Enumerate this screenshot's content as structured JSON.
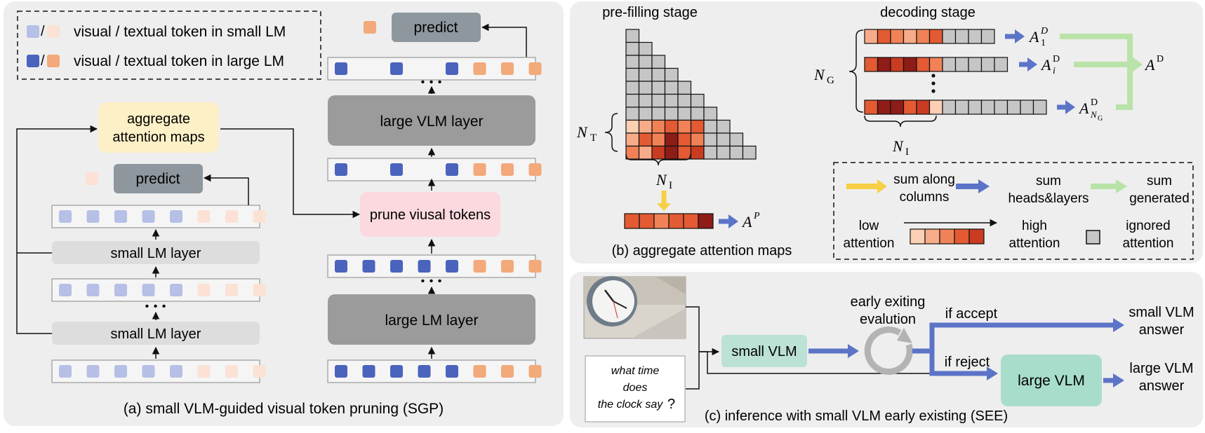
{
  "panel_a": {
    "legend": {
      "slash": "/",
      "small_label": "visual / textual token in small LM",
      "large_label": "visual / textual token in large LM"
    },
    "aggregate_label": [
      "aggregate",
      "attention maps"
    ],
    "predict_small": "predict",
    "predict_large": "predict",
    "small_layer_top": "small LM layer",
    "small_layer_bottom": "small LM layer",
    "large_vlm_layer": "large VLM layer",
    "large_lm_layer": "large LM layer",
    "prune_label": "prune viusal tokens",
    "dots": "• • •",
    "caption": "(a) small VLM-guided visual token pruning (SGP)"
  },
  "panel_b": {
    "prefill_title": "pre-filling stage",
    "decode_title": "decoding stage",
    "nt_label": "N",
    "nt_sub": "T",
    "ni_label": "N",
    "ni_sub": "I",
    "ng_label": "N",
    "ng_sub": "G",
    "ap_label": "A",
    "ap_sup": "P",
    "a1_label": "A",
    "a1_sub": "1",
    "a1_sup": "D",
    "ai_label": "A",
    "ai_sub": "i",
    "ai_sup": "D",
    "ang_label": "A",
    "ang_sub": "N",
    "ang_subsub": "G",
    "ang_sup": "D",
    "ad_label": "A",
    "ad_sup": "D",
    "legend": {
      "yellow": [
        "sum along",
        "columns"
      ],
      "blue": [
        "sum",
        "heads&layers"
      ],
      "green": [
        "sum",
        "generated"
      ],
      "low": [
        "low",
        "attention"
      ],
      "high": [
        "high",
        "attention"
      ],
      "ignored": [
        "ignored",
        "attention"
      ]
    },
    "caption": "(b) aggregate attention maps"
  },
  "panel_c": {
    "question": [
      "what time",
      "does",
      "the clock say",
      "?"
    ],
    "small_vlm": "small VLM",
    "exit_label": [
      "early exiting",
      "evalution"
    ],
    "if_accept": "if accept",
    "if_reject": "if reject",
    "large_vlm": "large VLM",
    "small_answer": [
      "small VLM",
      "answer"
    ],
    "large_answer": [
      "large VLM",
      "answer"
    ],
    "caption": "(c)  inference with small VLM early existing (SEE)"
  },
  "colors": {
    "panel_bg": "#eeeeee",
    "small_vis": "#b6bfe6",
    "small_txt": "#fbe2d4",
    "large_vis": "#4a63bd",
    "large_txt": "#f3a97a",
    "layer_light": "#dddddd",
    "layer_dark": "#9b9b9b",
    "predict_bg": "#8e979e",
    "aggregate_bg": "#fdf0c6",
    "prune_bg": "#fbd9df",
    "vlm_green": "#a9ddcb",
    "arrow_blue": "#5c74c7",
    "arrow_green": "#b9e3a8",
    "arrow_yellow": "#f7cf45",
    "grid_gray": "#c6c6c6",
    "heat": [
      "#fbd0b4",
      "#f8ab88",
      "#f18258",
      "#e35a33",
      "#c93c22",
      "#8e1c17"
    ]
  }
}
